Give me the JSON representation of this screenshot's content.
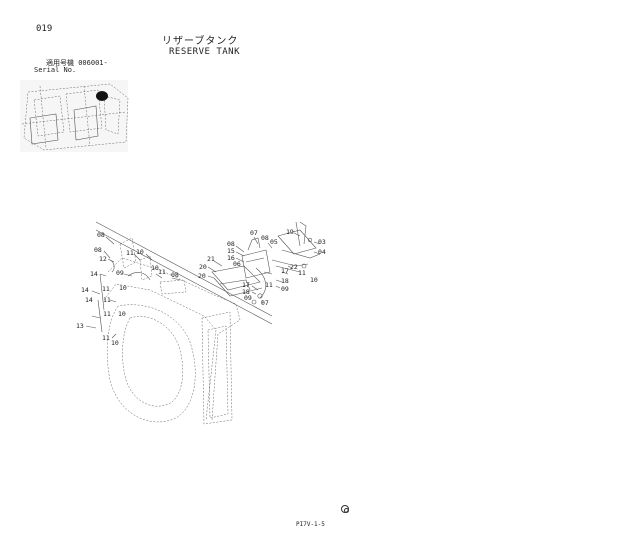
{
  "header": {
    "page_code": "019",
    "title_jp": "リザーブタンク",
    "title_en": "RESERVE TANK",
    "serial_label_jp": "適用号機 006001-",
    "serial_label_en": "Serial No."
  },
  "footer": {
    "page_ref": "PI7V-1-5"
  },
  "callouts": [
    "08",
    "08",
    "12",
    "11",
    "10",
    "14",
    "10",
    "11",
    "08",
    "09",
    "14",
    "11",
    "10",
    "14",
    "11",
    "13",
    "11",
    "10",
    "11",
    "10",
    "21",
    "20",
    "20",
    "08",
    "15",
    "16",
    "06",
    "17",
    "18",
    "09",
    "07",
    "07",
    "08",
    "05",
    "19",
    "03",
    "04",
    "22",
    "11",
    "17",
    "18",
    "09",
    "11",
    "10"
  ]
}
